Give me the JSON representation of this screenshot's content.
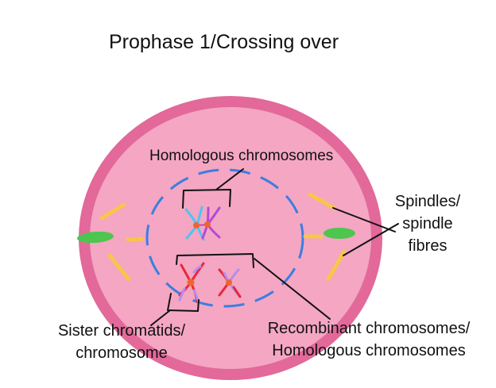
{
  "title": "Prophase 1/Crossing over",
  "labels": {
    "homologous": "Homologous chromosomes",
    "spindles_line1": "Spindles/",
    "spindles_line2": "spindle",
    "spindles_line3": "fibres",
    "sister_line1": "Sister chromatids/",
    "sister_line2": "chromosome",
    "recombinant_line1": "Recombinant chromosomes/",
    "recombinant_line2": "Homologous chromosomes"
  },
  "colors": {
    "cell_fill": "#f4a6c3",
    "cell_border": "#e2699a",
    "nucleus_dash": "#3b7ee0",
    "spindle": "#f7c64a",
    "centriole": "#4cc64f",
    "centromere": "#f0662a",
    "chromosome_cyan": "#4fc4f0",
    "chromosome_purple": "#b34ad8",
    "chromosome_red": "#e8283a",
    "chromosome_lavender": "#b38ef0",
    "pointer_line": "#111111"
  }
}
